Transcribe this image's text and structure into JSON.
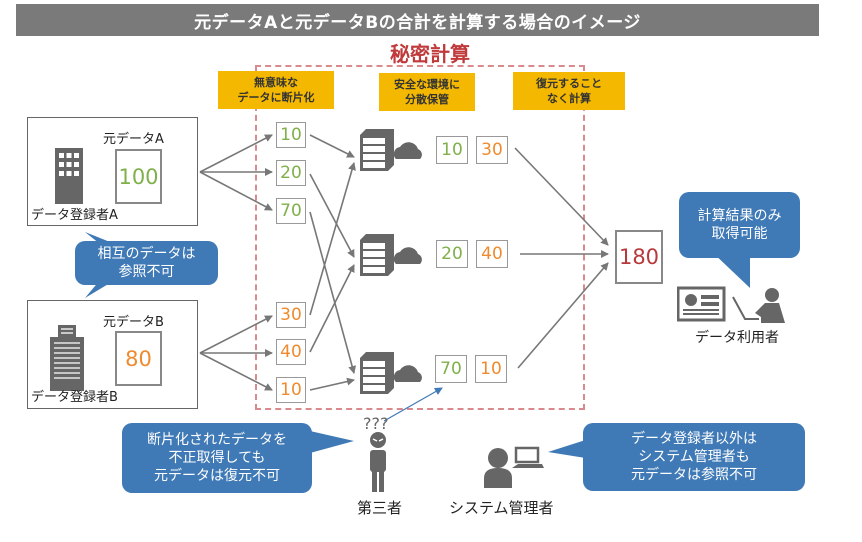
{
  "title": "元データAと元データBの合計を計算する場合のイメージ",
  "secret_computation": {
    "label": "秘密計算",
    "steps": [
      {
        "line1": "無意味な",
        "line2": "データに断片化"
      },
      {
        "line1": "安全な環境に",
        "line2": "分散保管"
      },
      {
        "line1": "復元すること",
        "line2": "なく計算"
      }
    ]
  },
  "party_a": {
    "data_label": "元データA",
    "value": "100",
    "registrant": "データ登録者A"
  },
  "party_b": {
    "data_label": "元データB",
    "value": "80",
    "registrant": "データ登録者B"
  },
  "fragments_a": [
    "10",
    "20",
    "70"
  ],
  "fragments_b": [
    "30",
    "40",
    "10"
  ],
  "servers": [
    {
      "a": "10",
      "b": "30"
    },
    {
      "a": "20",
      "b": "40"
    },
    {
      "a": "70",
      "b": "10"
    }
  ],
  "result": {
    "value": "180"
  },
  "bubbles": {
    "mutual": {
      "line1": "相互のデータは",
      "line2": "参照不可"
    },
    "result_only": {
      "line1": "計算結果のみ",
      "line2": "取得可能"
    },
    "third_party": {
      "line1": "断片化されたデータを",
      "line2": "不正取得しても",
      "line3": "元データは復元不可"
    },
    "admin": {
      "line1": "データ登録者以外は",
      "line2": "システム管理者も",
      "line3": "元データは参照不可"
    }
  },
  "actors": {
    "data_user": "データ利用者",
    "third_party": "第三者",
    "third_party_mark": "???",
    "admin": "システム管理者"
  },
  "colors": {
    "title_bg": "#7a7a7a",
    "secret_red": "#c0393b",
    "step_yellow": "#f5b800",
    "bubble_blue": "#3f79b6",
    "value_green": "#7fb04a",
    "value_orange": "#ef8a2e",
    "result_red": "#b8393b"
  }
}
